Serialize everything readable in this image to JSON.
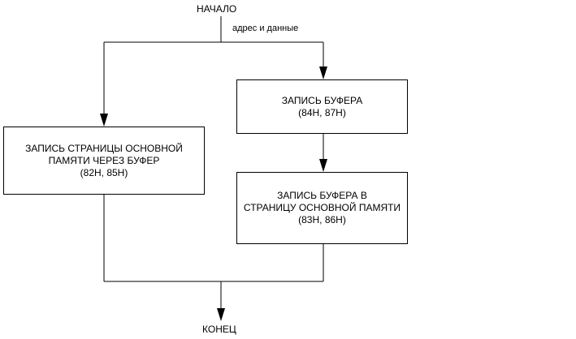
{
  "start_label": "НАЧАЛО",
  "end_label": "КОНЕЦ",
  "edge_label": "адрес и данные",
  "nodes": {
    "main_page_write": {
      "lines": [
        "ЗАПИСЬ СТРАНИЦЫ ОСНОВНОЙ",
        "ПАМЯТИ ЧЕРЕЗ БУФЕР",
        "(82H, 85H)"
      ]
    },
    "buffer_write": {
      "lines": [
        "ЗАПИСЬ БУФЕРА",
        "(84H, 87H)"
      ]
    },
    "buffer_to_page": {
      "lines": [
        "ЗАПИСЬ БУФЕРА В",
        "СТРАНИЦУ ОСНОВНОЙ ПАМЯТИ",
        "(83H, 86H)"
      ]
    }
  },
  "colors": {
    "stroke": "#000000",
    "background": "#ffffff"
  }
}
